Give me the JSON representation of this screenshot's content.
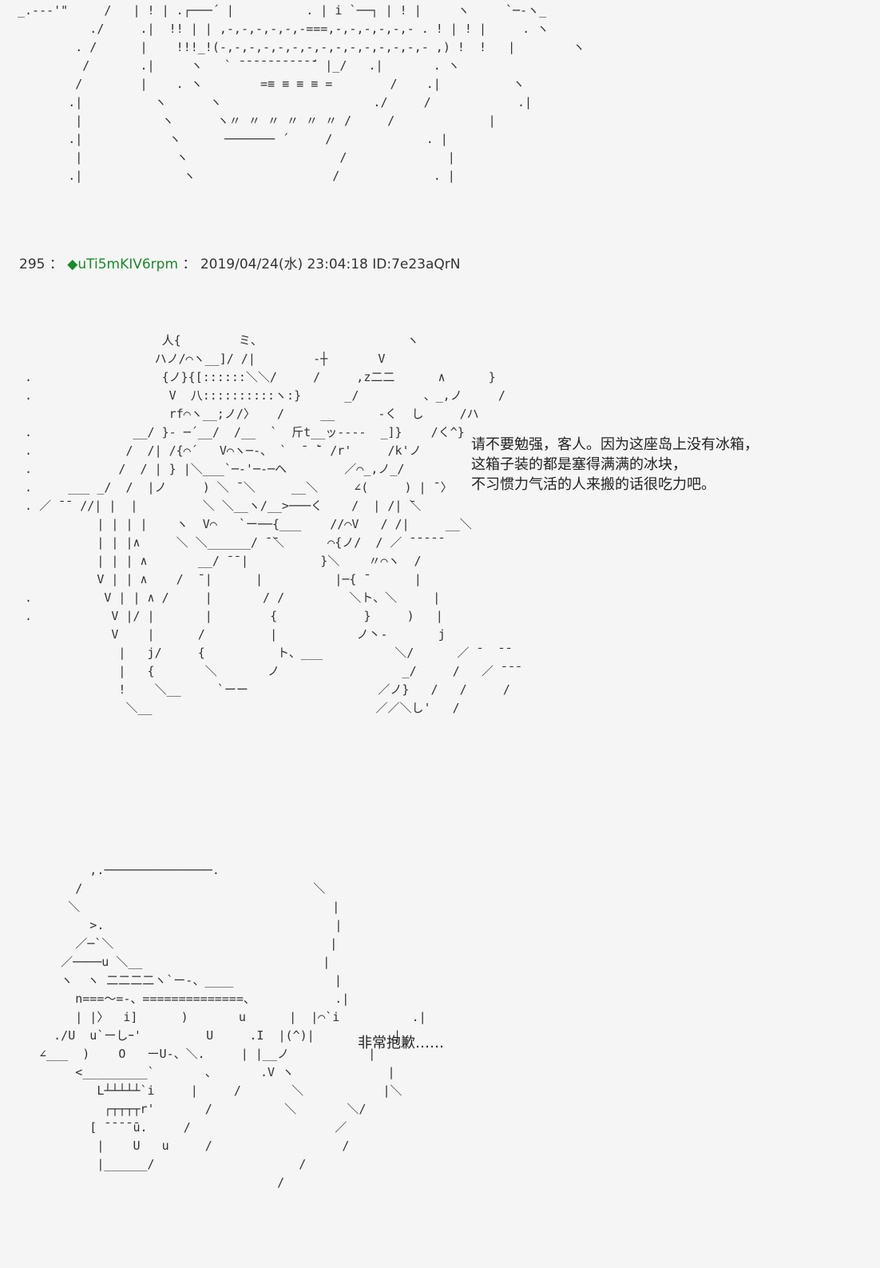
{
  "art_top": "_.---'\"     /   | ! | .┌───´ |          . | i `──┐ | ! |     ヽ     `─-ヽ_\n          ./     .|  !! | | ,-,-,-,-,-,-===,-,-,-,-,-,- . ! | ! |     . ヽ\n        . /      |    !!!_!(-,-,-,-,-,-,-,-,-,-,-,-,-,-,- ,) !  !   |        ヽ\n         /       .|     ヽ   ` ̄ ̄ ̄ ̄ ̄ ̄ ̄ ̄ ̄ ̄ ̄´ |_/   .|       . ヽ\n        /        |    . ヽ        =≡ ≡ ≡ ≡ =        /    .|          ヽ\n       .|          ヽ      ヽ                     ./     /            .|\n        |           ヽ      ヽ〃 〃 〃 〃 〃 〃 /     /             |\n       .|            ヽ      ─────── ´     /             . |\n        |             ヽ                     /              |\n       .|              ヽ                   /             . |",
  "post_header": {
    "number": "295",
    "separator": "：",
    "trip": "◆uTi5mKIV6rpm",
    "separator2": "：",
    "datetime": "2019/04/24(水) 23:04:18 ID:7e23aQrN"
  },
  "art_middle": "                    人{        ミ、                    ヽ\n                   ハノ/⌒ヽ__]/ /|        -┼       V\n .                  {ノ}{[::::::＼＼/     /     ,z二二      ∧      }\n .                   V  八::::::::::ヽ:}      _/         、_,ノ     /\n                     rf⌒ヽ__;ノ/〉   /     __      -く  し     /ハ\n .              __/ }- ─´__/  /__  `  斤t__ッ----  _]}    /く^}\n .             /  /| /{⌒´   V⌒ヽ─-、 `  ̄  ̄` /r'     /k'ノ\n .            /  / | } |＼___`─-'─-─ヘ        ／⌒_,ノ_/\n .     ___ _/  /  |ノ     ) ＼ ̄ ＼     __＼     ∠(     ) | ̄ 〉\n . ／ ̄ ̄  //| |  |         ＼ ＼__ヽ/__>───く    /  | /| ̄＼\n           | | | |    ヽ  V⌒   `ー──{___    //⌒V   / /|     __＼\n           | | |∧     ＼ ＼______/ ̄ ̄＼      ⌒{ノ/  / ／ ̄ ̄ ̄ ̄ ̄\n           | | | ∧       __/ ̄ ̄ |          }＼    〃⌒ヽ  /\n           V | | ∧    /  ̄ |      |          |─{ ̄       |\n .          V | | ∧ /     |       / /         ＼ト、＼     |\n .           V |/ |       |        {            }     )   |\n             V    |      /         |           ノ丶-       j\n              |   j/     {          ト、___          ＼/      ／ ̄   ̄ ̄\n              |   {       ＼       ノ                 _/     /   ／ ̄ ̄ ̄\n              !    ＼__     `ーー                  ／ノ}   /   /     /\n               ＼__                               ／／＼し'   /",
  "speech_1": "请不要勉强，客人。因为这座岛上没有冰箱，这箱子装的都是塞得满满的冰块，不习惯力气活的人来搬的话很吃力吧。",
  "speech_1_lines": [
    "请不要勉强，客人。因为这座岛上没有冰箱，",
    "这箱子装的都是塞得满满的冰块，",
    "不习惯力气活的人来搬的话很吃力吧。"
  ],
  "art_bottom": "          ,.───────────────.\n        /                                ＼\n       ＼                                   |\n          >.                                |\n        ／─`＼                              |\n      ／────u ＼__                         |\n      ヽ  ヽ 二二二二ヽ`ー-、____              |\n        n===〜=-、==============、           .|\n        | |〉  i]      )       u      |  |⌒`i          .|\n     ./U  u`ーしｰ'         U     .I  |(^)|           |\n   ∠___  )    O   ーU-、＼.     | |__ノ           |\n        <_________`       、      .V ヽ             |\n           L┴┴┴┴┴`i     |     /       ＼           |＼\n            ┌┬┬┬┬r'       /          ＼       ＼/\n          [ ̄ ̄ ̄ ̄ ̄u.     /                    ／\n           |    U   u     /                  /\n           |______/                    /\n                                    /",
  "speech_2": "非常抱歉……"
}
